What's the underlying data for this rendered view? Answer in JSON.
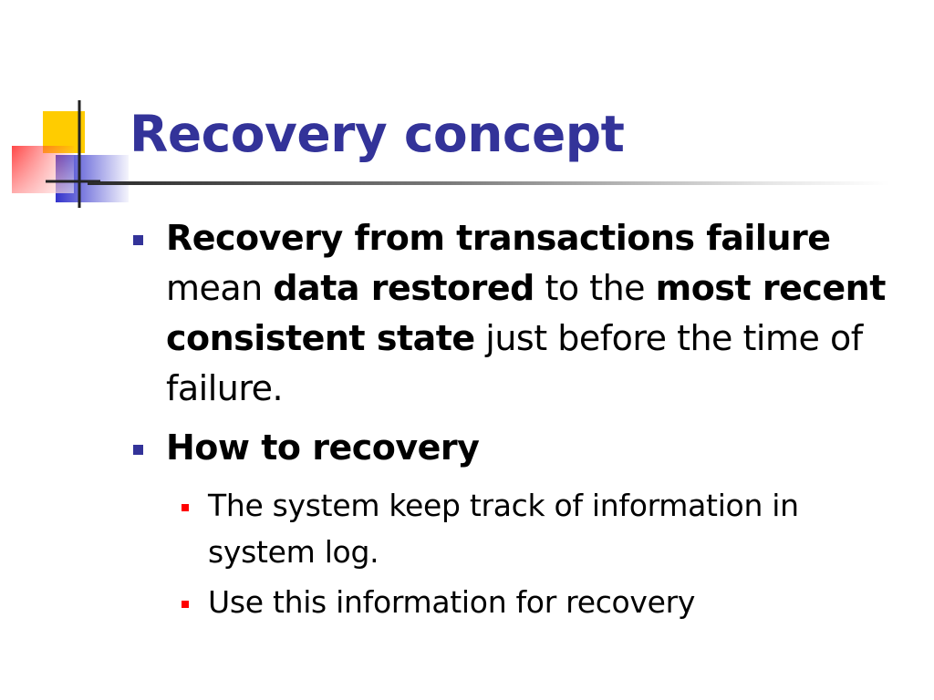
{
  "slide": {
    "title": "Recovery concept",
    "colors": {
      "title": "#333399",
      "bullet_level1": "#333399",
      "bullet_level2": "#ff0000",
      "logo_yellow": "#ffcc00",
      "logo_red": "#ff3333",
      "logo_blue": "#3333cc"
    },
    "logo_icon": "decorative-squares-logo",
    "bullets": [
      {
        "segments": [
          {
            "text": "Recovery from transactions failure",
            "bold": true
          },
          {
            "text": " mean ",
            "bold": false
          },
          {
            "text": "data restored",
            "bold": true
          },
          {
            "text": " to the ",
            "bold": false
          },
          {
            "text": "most recent consistent state",
            "bold": true
          },
          {
            "text": " just before the time of failure.",
            "bold": false
          }
        ]
      },
      {
        "segments": [
          {
            "text": "How to recovery",
            "bold": true
          }
        ],
        "sub_bullets": [
          {
            "text": "The system keep track of information in system log."
          },
          {
            "text": "Use this information for recovery"
          }
        ]
      }
    ]
  }
}
